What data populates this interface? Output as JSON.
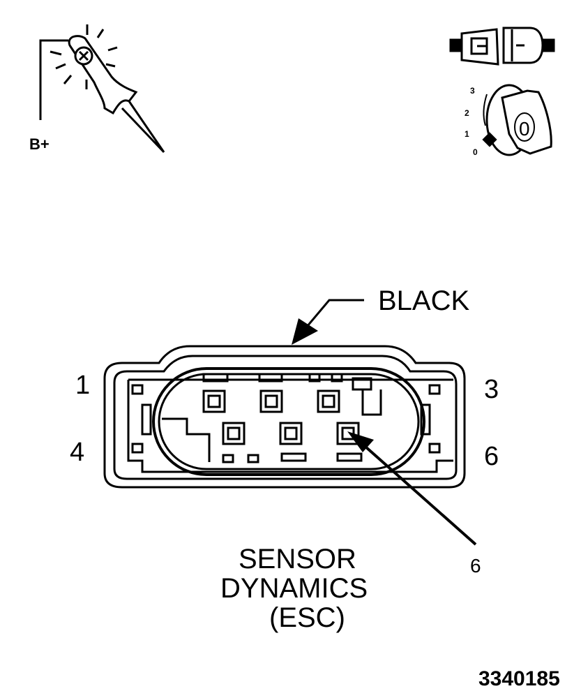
{
  "diagram": {
    "probe_label": "B+",
    "ignition": {
      "positions": [
        "3",
        "2",
        "1",
        "0"
      ],
      "key_label": "0"
    },
    "connector": {
      "color_label": "BLACK",
      "pin_labels": {
        "top_left": "1",
        "top_right": "3",
        "bottom_left": "4",
        "bottom_right": "6"
      },
      "callout_pin": "6",
      "component_name": [
        "SENSOR",
        "DYNAMICS",
        "(ESC)"
      ]
    },
    "figure_id": "3340185"
  }
}
